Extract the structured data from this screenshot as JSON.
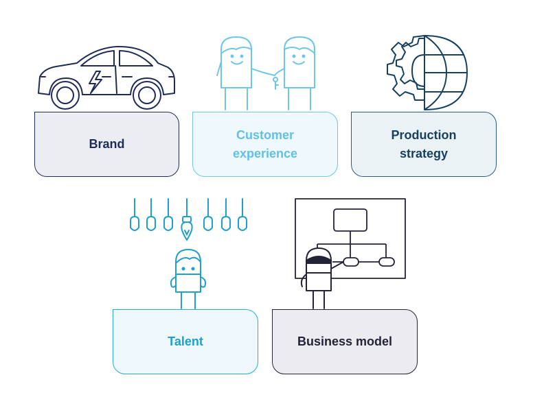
{
  "cards": {
    "brand": "Brand",
    "customer": "Customer\nexperience",
    "production": "Production\nstrategy",
    "talent": "Talent",
    "business": "Business model"
  },
  "icons": [
    "electric-car-icon",
    "handshake-icon",
    "gear-globe-icon",
    "lightbulbs-icon",
    "person-icon",
    "presenter-icon",
    "org-chart-icon"
  ],
  "colors": {
    "brand": "#1f2b57",
    "customer": "#62c0e6",
    "production": "#163f60",
    "talent": "#1e9fce",
    "business": "#222336"
  }
}
